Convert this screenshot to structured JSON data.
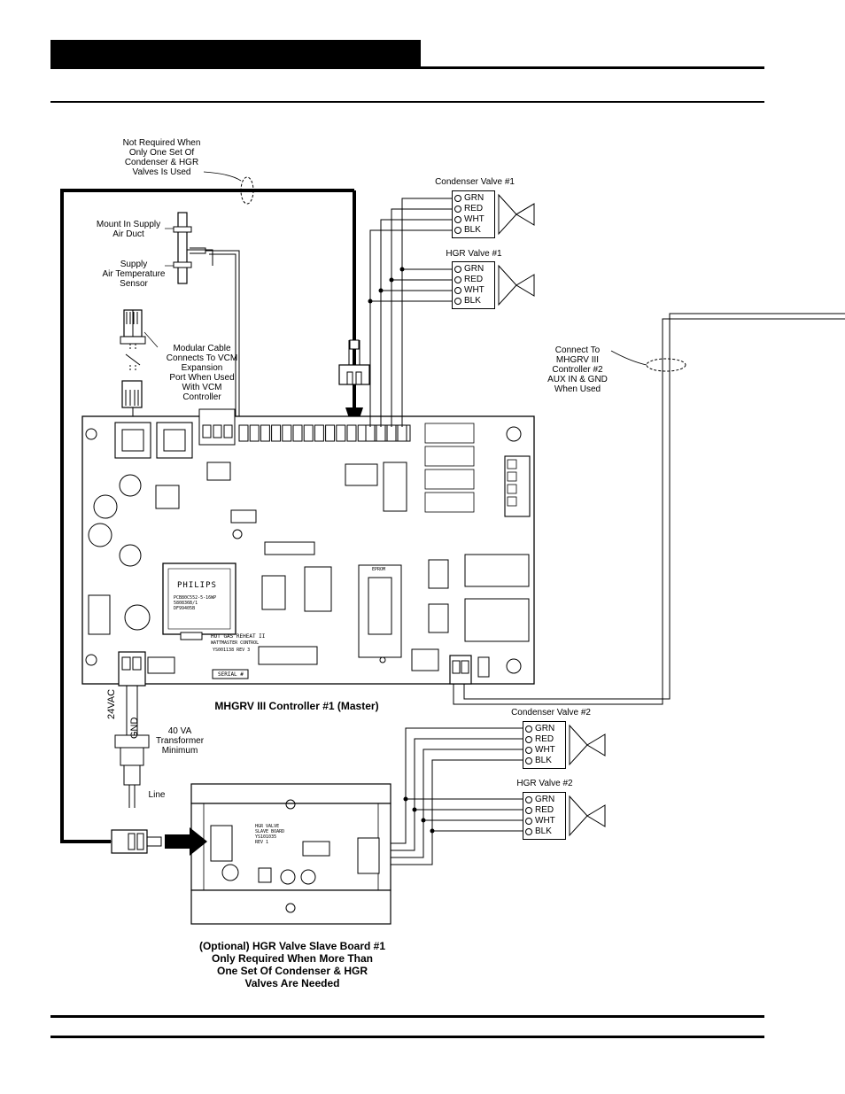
{
  "header": {
    "bar_color": "#000000"
  },
  "labels": {
    "not_required": [
      "Not Required When",
      "Only One Set Of",
      "Condenser & HGR",
      "Valves Is Used"
    ],
    "mount": [
      "Mount In Supply",
      "Air Duct"
    ],
    "supply_sensor": [
      "Supply",
      "Air Temperature",
      "Sensor"
    ],
    "modular_cable": [
      "Modular Cable",
      "Connects To VCM",
      "Expansion",
      "Port When Used",
      "With VCM",
      "Controller"
    ],
    "connect_to": [
      "Connect To",
      "MHGRV III",
      "Controller #2",
      "AUX IN & GND",
      "When Used"
    ],
    "transformer": [
      "40 VA",
      "Transformer",
      "Minimum"
    ],
    "line": "Line",
    "vac": "24VAC",
    "gnd": "GND"
  },
  "valves": [
    {
      "title": "Condenser Valve #1",
      "wires": [
        "GRN",
        "RED",
        "WHT",
        "BLK"
      ]
    },
    {
      "title": "HGR Valve #1",
      "wires": [
        "GRN",
        "RED",
        "WHT",
        "BLK"
      ]
    },
    {
      "title": "Condenser Valve #2",
      "wires": [
        "GRN",
        "RED",
        "WHT",
        "BLK"
      ]
    },
    {
      "title": "HGR Valve #2",
      "wires": [
        "GRN",
        "RED",
        "WHT",
        "BLK"
      ]
    }
  ],
  "board": {
    "caption": "MHGRV III Controller #1 (Master)",
    "chip_brand": "PHILIPS",
    "chip_text": [
      "PCB80C552-5-16WP",
      "580836B/1",
      "DF99405B"
    ],
    "board_name": "HOT GAS REHEAT II",
    "board_sub": "WATTMASTER CONTROL",
    "serial": "SERIAL #",
    "eprom": "EPROM",
    "part": "YS001138 REV 3"
  },
  "slave": {
    "caption": [
      "(Optional) HGR Valve Slave Board #1",
      "Only Required When More Than",
      "One Set Of Condenser & HGR",
      "Valves Are Needed"
    ],
    "board_text": [
      "HGR VALVE",
      "SLAVE BOARD",
      "YS101035",
      "REV 1"
    ]
  }
}
